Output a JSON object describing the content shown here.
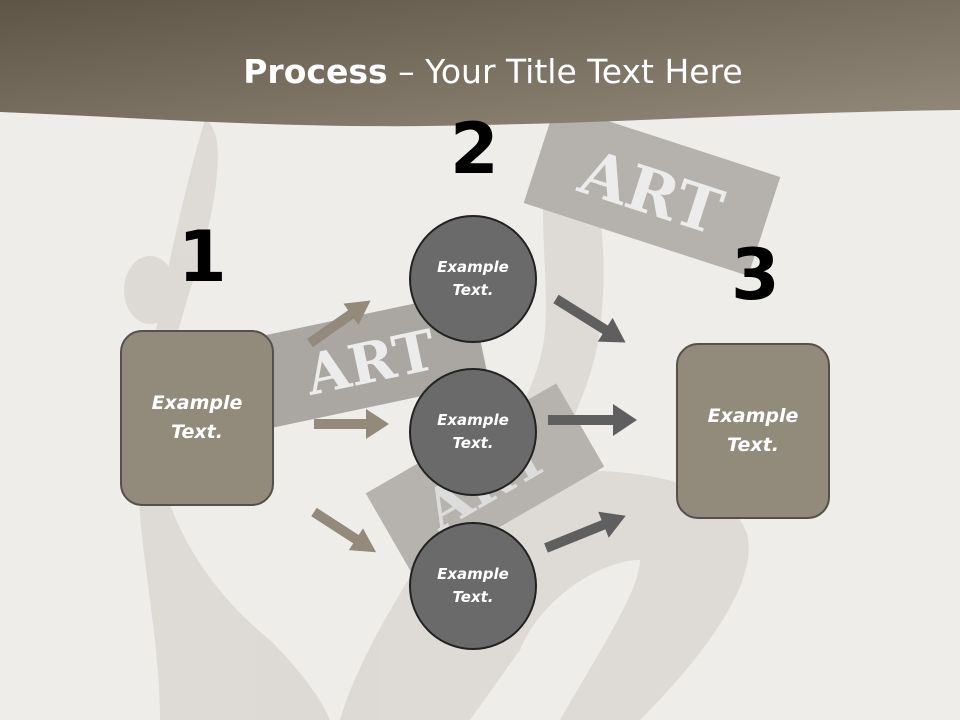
{
  "title": {
    "bold": "Process",
    "rest": " – Your Title Text Here"
  },
  "steps": {
    "one": "1",
    "two": "2",
    "three": "3"
  },
  "left_box": "Example\nText.",
  "right_box": "Example\nText.",
  "circles": [
    "Example\nText.",
    "Example\nText.",
    "Example\nText."
  ],
  "background_text": [
    "ART",
    "ART",
    "ART"
  ],
  "colors": {
    "header": "#6d6456",
    "box": "#928a7b",
    "circle": "#6a6a6a",
    "arrow_left": "#938a7b",
    "arrow_right": "#5f5f5f"
  }
}
